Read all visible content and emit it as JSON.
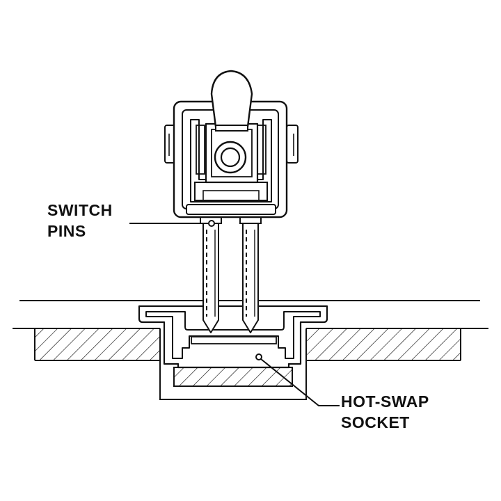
{
  "labels": {
    "switch_pins": {
      "line1": "SWITCH",
      "line2": "PINS"
    },
    "hot_swap_socket": {
      "line1": "HOT-SWAP",
      "line2": "SOCKET"
    }
  },
  "colors": {
    "ink": "#111111",
    "background": "#ffffff"
  }
}
